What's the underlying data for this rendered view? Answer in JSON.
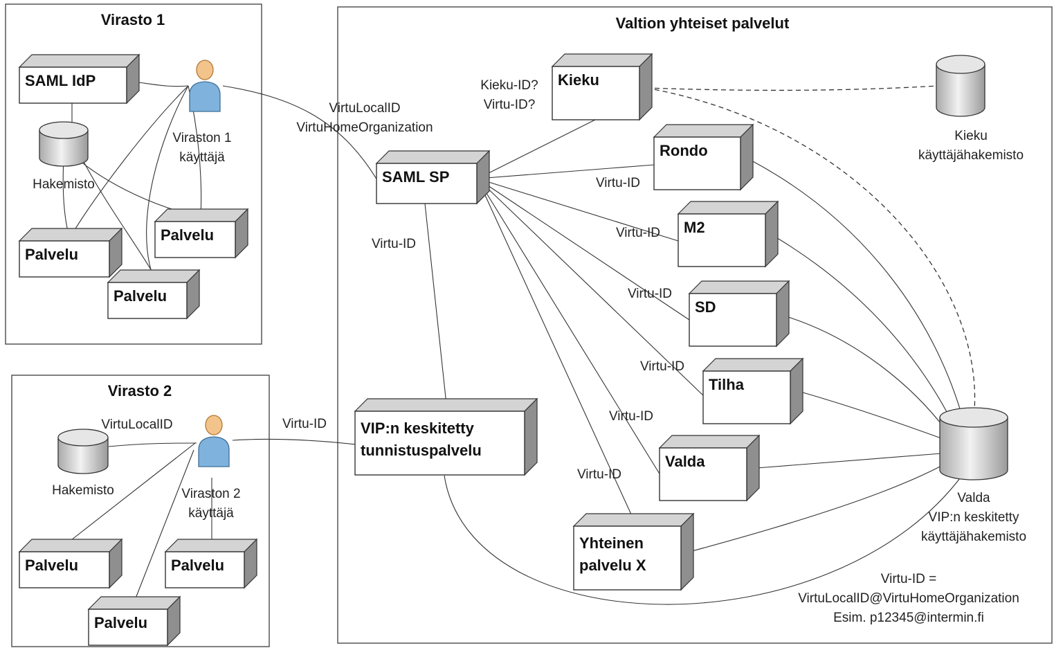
{
  "regions": {
    "virasto1": {
      "title": "Virasto 1"
    },
    "virasto2": {
      "title": "Virasto 2"
    },
    "valtion": {
      "title": "Valtion yhteiset palvelut"
    }
  },
  "nodes": {
    "saml_idp": "SAML IdP",
    "v1_palvelu_a": "Palvelu",
    "v1_palvelu_b": "Palvelu",
    "v1_palvelu_c": "Palvelu",
    "v2_palvelu_a": "Palvelu",
    "v2_palvelu_b": "Palvelu",
    "v2_palvelu_c": "Palvelu",
    "saml_sp": "SAML SP",
    "kieku": "Kieku",
    "rondo": "Rondo",
    "m2": "M2",
    "sd": "SD",
    "tilha": "Tilha",
    "valda": "Valda",
    "vip_line1": "VIP:n keskitetty",
    "vip_line2": "tunnistuspalvelu",
    "yhteinen_line1": "Yhteinen",
    "yhteinen_line2": "palvelu X"
  },
  "databases": {
    "v1_hakemisto": "Hakemisto",
    "v2_hakemisto": "Hakemisto",
    "kieku_db_line1": "Kieku",
    "kieku_db_line2": "käyttäjähakemisto",
    "valda_db_line1": "Valda",
    "valda_db_line2": "VIP:n keskitetty",
    "valda_db_line3": "käyttäjähakemisto"
  },
  "users": {
    "v1_user_line1": "Viraston 1",
    "v1_user_line2": "käyttäjä",
    "v2_user_line1": "Viraston 2",
    "v2_user_line2": "käyttäjä"
  },
  "edge_labels": {
    "v1_to_sp_line1": "VirtuLocalID",
    "v1_to_sp_line2": "VirtuHomeOrganization",
    "kieku_q1": "Kieku-ID?",
    "kieku_q2": "Virtu-ID?",
    "sp_vip": "Virtu-ID",
    "rondo": "Virtu-ID",
    "m2": "Virtu-ID",
    "sd": "Virtu-ID",
    "tilha": "Virtu-ID",
    "valda": "Virtu-ID",
    "yhteinen": "Virtu-ID",
    "v2_vip": "Virtu-ID",
    "v2_local": "VirtuLocalID"
  },
  "note": {
    "line1": "Virtu-ID =",
    "line2": "VirtuLocalID@VirtuHomeOrganization",
    "line3": "Esim. p12345@intermin.fi"
  },
  "colors": {
    "box_face": "#ffffff",
    "box_side": "#8f8f8f",
    "box_top": "#d4d4d4",
    "user_skin": "#f2c38a",
    "user_body": "#7fb3dd",
    "db_body": "#d8d8d8"
  }
}
